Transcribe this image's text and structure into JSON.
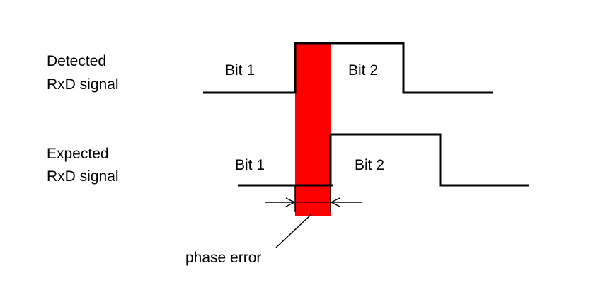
{
  "colors": {
    "background": "#ffffff",
    "signal": "#000000",
    "phase_error_highlight": "#ff0000"
  },
  "detected": {
    "label_line1": "Detected",
    "label_line2": "RxD signal",
    "bit1": "Bit 1",
    "bit2": "Bit 2"
  },
  "expected": {
    "label_line1": "Expected",
    "label_line2": "RxD signal",
    "bit1": "Bit 1",
    "bit2": "Bit 2"
  },
  "annotation": {
    "phase_error": "phase error"
  }
}
